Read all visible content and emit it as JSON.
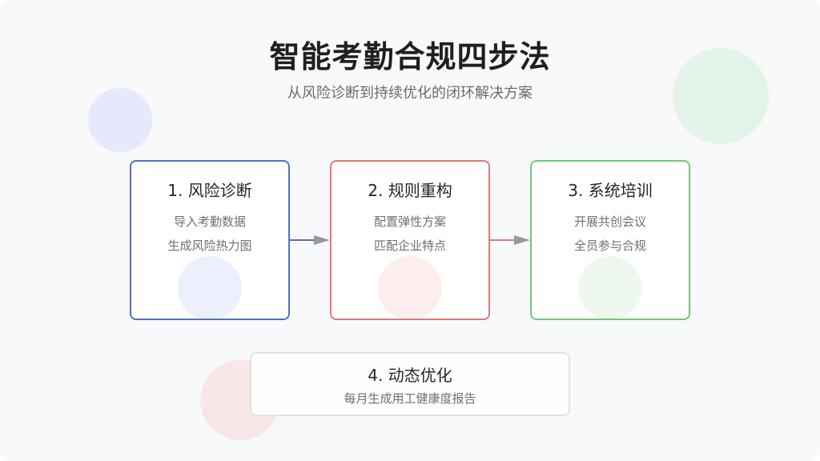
{
  "title": "智能考勤合规四步法",
  "subtitle": "从风险诊断到持续优化的闭环解决方案",
  "colors": {
    "step1": "#5470c0",
    "step2": "#e27878",
    "step3": "#72c57e",
    "step4": "#e2e2e2",
    "arrow": "#999999"
  },
  "steps": [
    {
      "title": "1. 风险诊断",
      "lines": [
        "导入考勤数据",
        "生成风险热力图"
      ]
    },
    {
      "title": "2. 规则重构",
      "lines": [
        "配置弹性方案",
        "匹配企业特点"
      ]
    },
    {
      "title": "3. 系统培训",
      "lines": [
        "开展共创会议",
        "全员参与合规"
      ]
    },
    {
      "title": "4. 动态优化",
      "lines": [
        "每月生成用工健康度报告"
      ]
    }
  ]
}
